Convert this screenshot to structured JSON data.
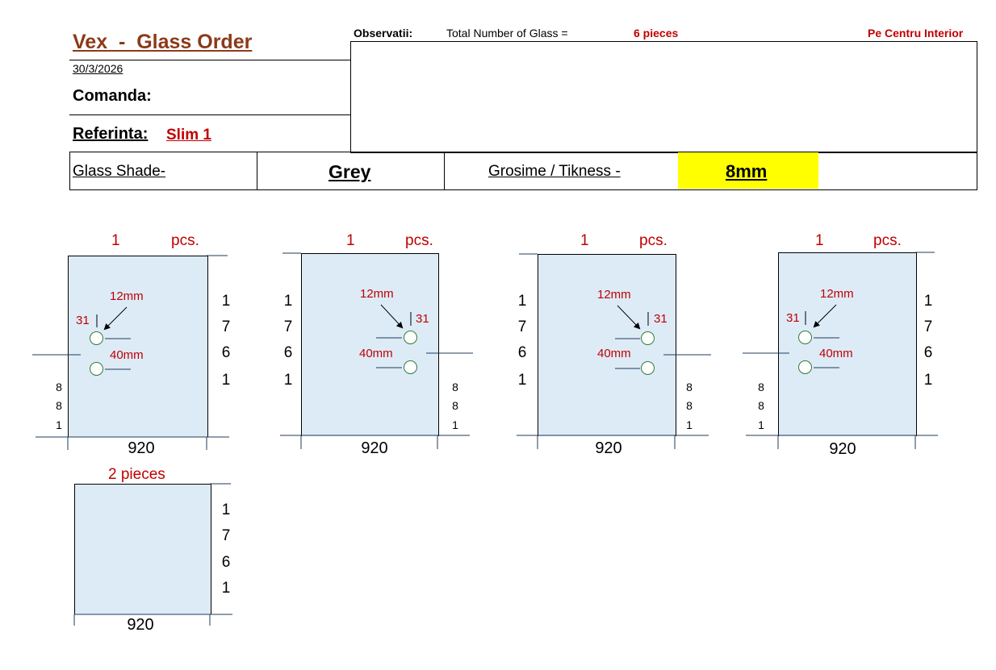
{
  "header": {
    "title": "Vex  -  Glass Order",
    "date": "30/3/2026",
    "comanda_label": "Comanda:",
    "referinta_label": "Referinta:",
    "referinta_value": "Slim 1"
  },
  "observatii": {
    "label": "Observatii:",
    "total_label": "Total Number of Glass =",
    "total_value": "6 pieces",
    "note": "Pe Centru Interior"
  },
  "specs": {
    "shade_label": "Glass Shade-",
    "shade_value": "Grey",
    "thickness_label": "Grosime / Tikness -",
    "thickness_value": "8mm",
    "highlight_color": "#ffff00"
  },
  "panels": [
    {
      "qty": "1",
      "unit": "pcs.",
      "height_digits": [
        "1",
        "7",
        "6",
        "1"
      ],
      "offset_digits": [
        "8",
        "8",
        "1"
      ],
      "width": "920",
      "hole_dia": "12mm",
      "edge": "31",
      "spacing": "40mm"
    },
    {
      "qty": "1",
      "unit": "pcs.",
      "height_digits": [
        "1",
        "7",
        "6",
        "1"
      ],
      "offset_digits": [
        "8",
        "8",
        "1"
      ],
      "width": "920",
      "hole_dia": "12mm",
      "edge": "31",
      "spacing": "40mm"
    },
    {
      "qty": "1",
      "unit": "pcs.",
      "height_digits": [
        "1",
        "7",
        "6",
        "1"
      ],
      "offset_digits": [
        "8",
        "8",
        "1"
      ],
      "width": "920",
      "hole_dia": "12mm",
      "edge": "31",
      "spacing": "40mm"
    },
    {
      "qty": "1",
      "unit": "pcs.",
      "height_digits": [
        "1",
        "7",
        "6",
        "1"
      ],
      "offset_digits": [
        "8",
        "8",
        "1"
      ],
      "width": "920",
      "hole_dia": "12mm",
      "edge": "31",
      "spacing": "40mm"
    },
    {
      "qty_label": "2 pieces",
      "height_digits": [
        "1",
        "7",
        "6",
        "1"
      ],
      "width": "920"
    }
  ],
  "colors": {
    "glass": "#ddebf7",
    "accent": "#c00000",
    "hole_border": "#2e7d32"
  }
}
